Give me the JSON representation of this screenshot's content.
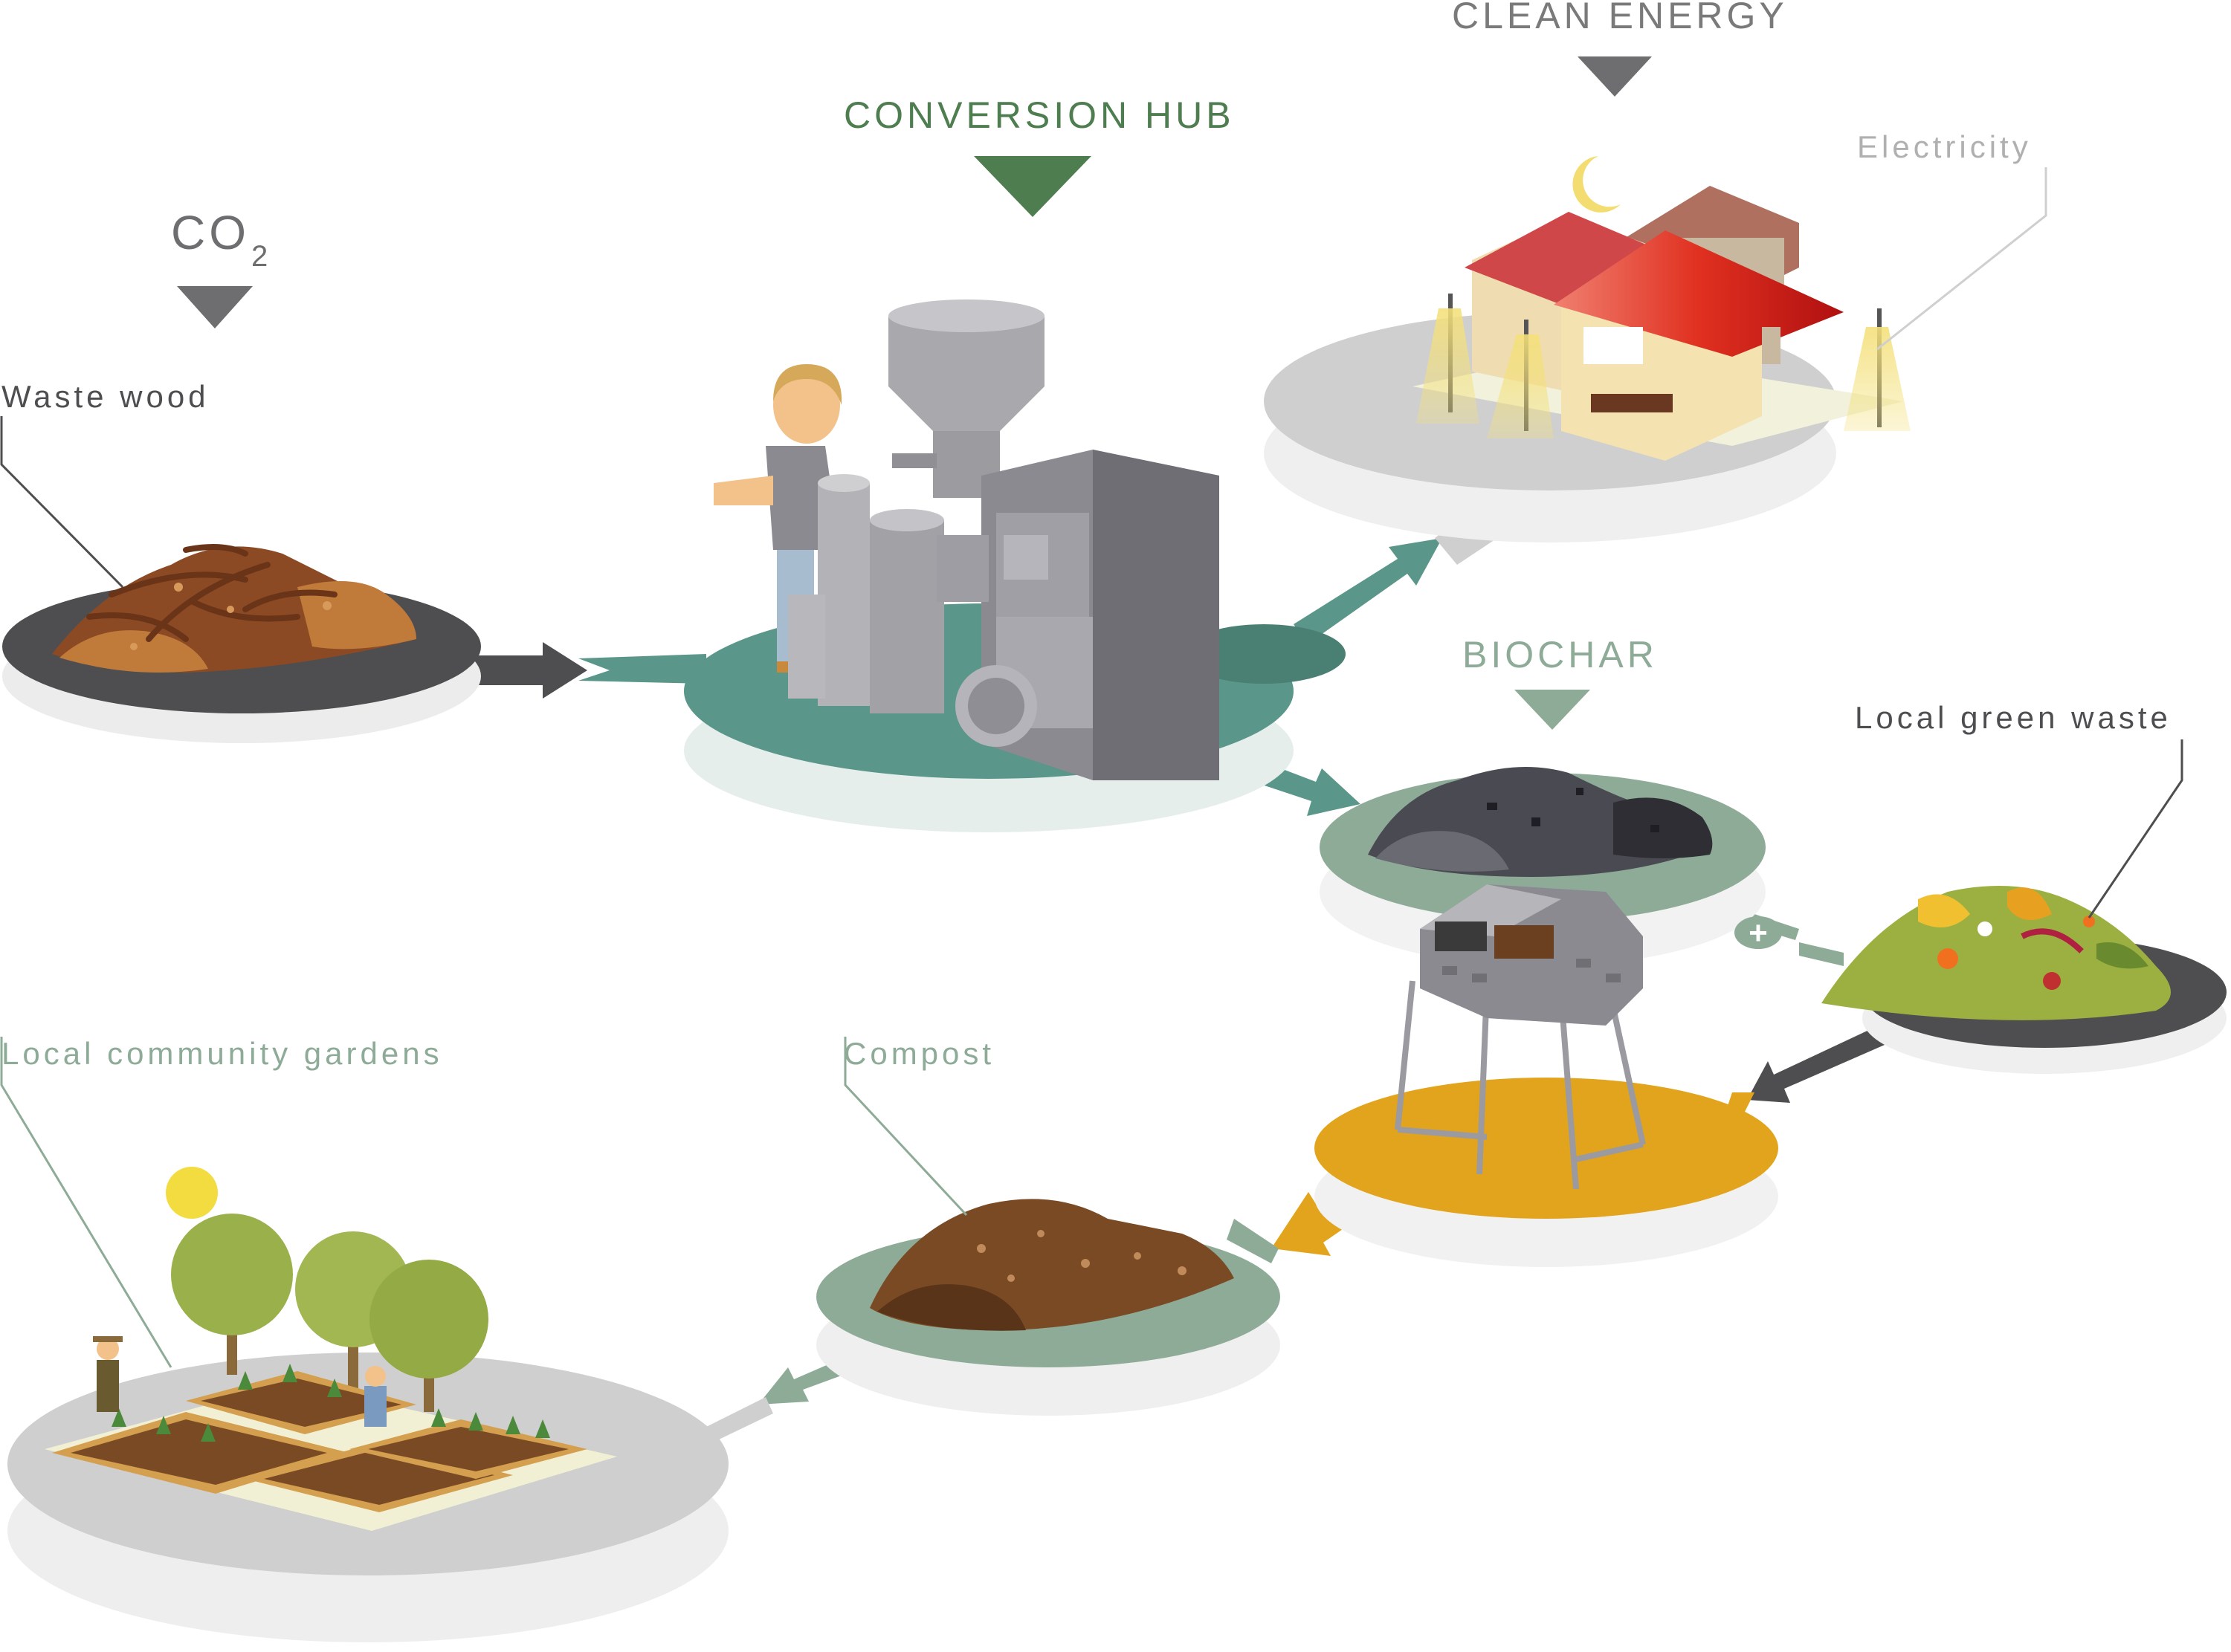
{
  "labels": {
    "co2_main": "CO",
    "co2_sub": "2",
    "waste_wood": "Waste wood",
    "conversion_hub": "CONVERSION HUB",
    "clean_energy": "CLEAN ENERGY",
    "electricity": "Electricity",
    "biochar": "BIOCHAR",
    "green_waste": "Local green waste",
    "compost": "Compost",
    "gardens": "Local community gardens",
    "plus": "+"
  },
  "colors": {
    "teal": "#5a968a",
    "teal_dark": "#4a7f74",
    "green_label": "#4e7d4f",
    "sage": "#8eab98",
    "gray_label": "#7a7a7a",
    "dark_gray": "#4e4e50",
    "amber": "#e2a41c",
    "platform_gray": "#cfcfcf"
  }
}
